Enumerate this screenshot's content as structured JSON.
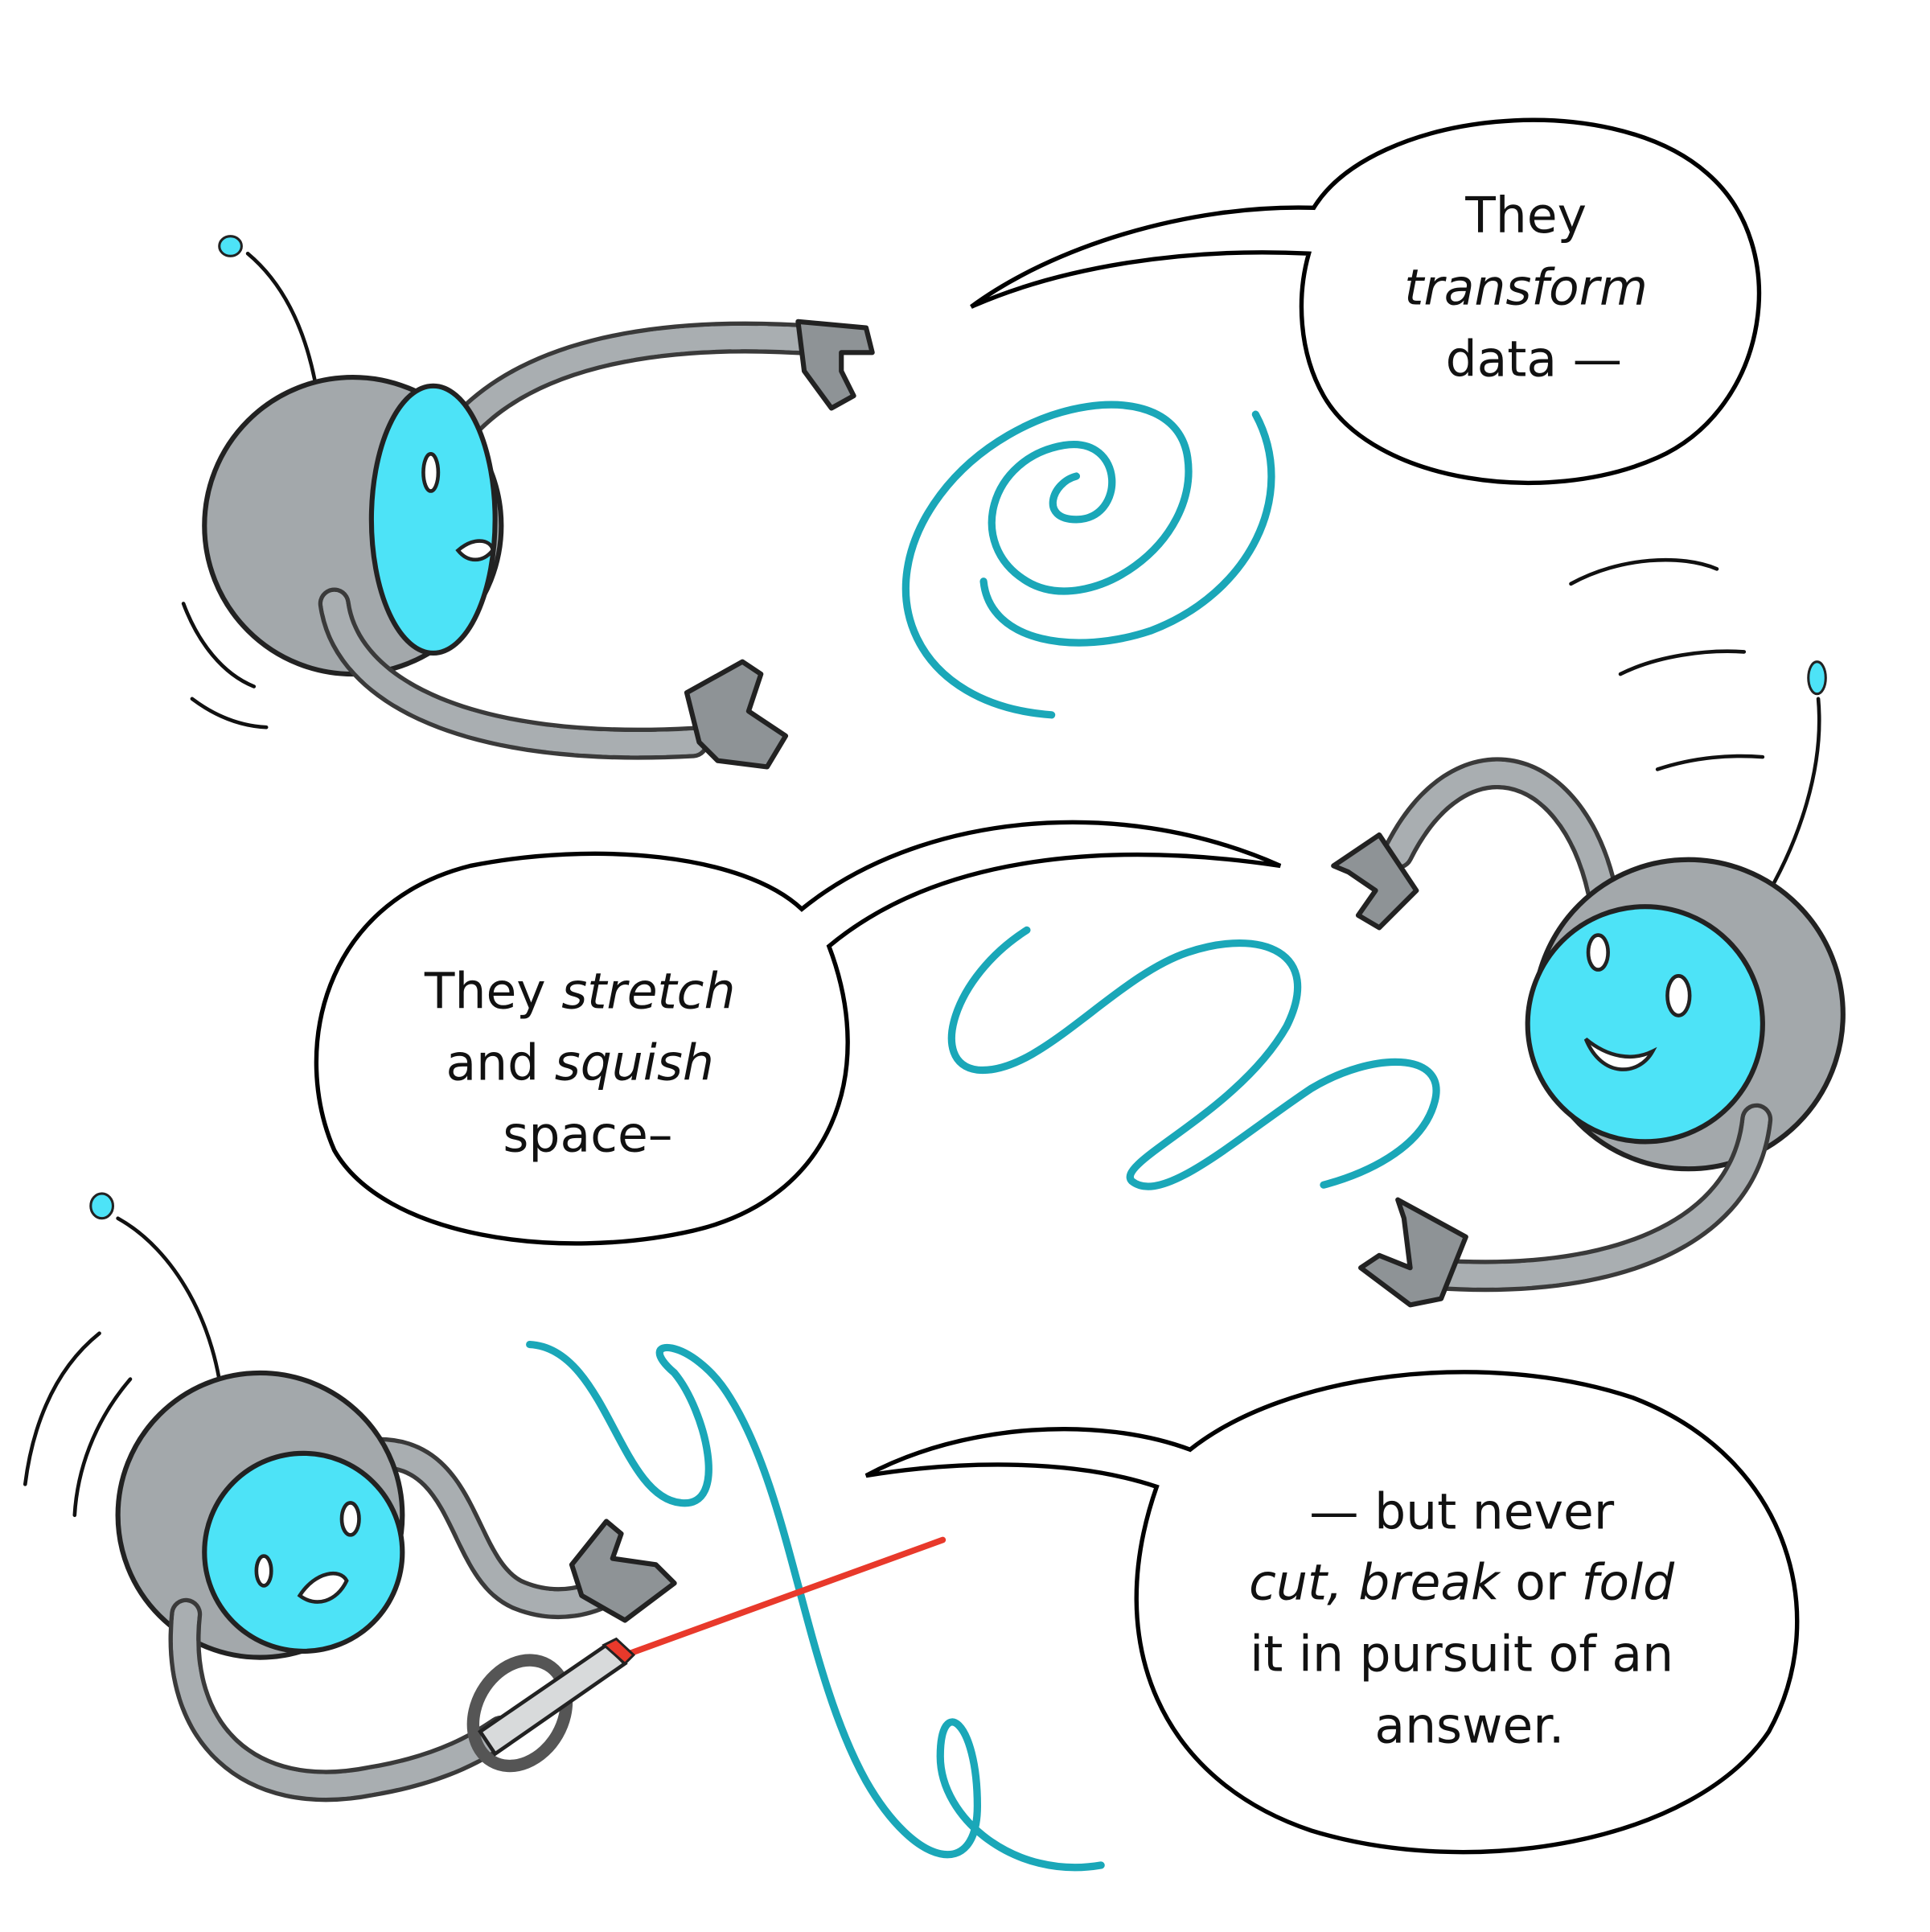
{
  "colors": {
    "robot_face": "#4de3f7",
    "robot_body": "#a3a8ab",
    "squiggle": "#1aa7b8",
    "laser": "#e8392b",
    "antenna_tip": "#4de3f7"
  },
  "bubbles": [
    {
      "lines": [
        {
          "parts": [
            {
              "text": "They",
              "italic": false
            }
          ]
        },
        {
          "parts": [
            {
              "text": "transform",
              "italic": true
            }
          ]
        },
        {
          "parts": [
            {
              "text": "data —",
              "italic": false
            }
          ]
        }
      ]
    },
    {
      "lines": [
        {
          "parts": [
            {
              "text": "They ",
              "italic": false
            },
            {
              "text": "stretch",
              "italic": true
            }
          ]
        },
        {
          "parts": [
            {
              "text": "and ",
              "italic": false
            },
            {
              "text": "squish",
              "italic": true
            }
          ]
        },
        {
          "parts": [
            {
              "text": "space–",
              "italic": false
            }
          ]
        }
      ]
    },
    {
      "lines": [
        {
          "parts": [
            {
              "text": "— but never",
              "italic": false
            }
          ]
        },
        {
          "parts": [
            {
              "text": "cut,",
              "italic": true
            },
            {
              "text": " ",
              "italic": false
            },
            {
              "text": "break",
              "italic": true
            },
            {
              "text": " or ",
              "italic": false
            },
            {
              "text": "fold",
              "italic": true
            }
          ]
        },
        {
          "parts": [
            {
              "text": "it in pursuit of an",
              "italic": false
            }
          ]
        },
        {
          "parts": [
            {
              "text": "answer.",
              "italic": false
            }
          ]
        }
      ]
    }
  ]
}
